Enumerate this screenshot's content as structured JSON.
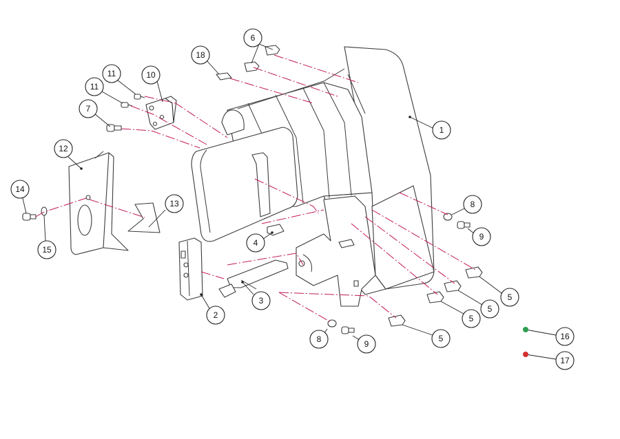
{
  "callouts": [
    {
      "id": "c1",
      "label": "1"
    },
    {
      "id": "c2",
      "label": "2"
    },
    {
      "id": "c3",
      "label": "3"
    },
    {
      "id": "c4",
      "label": "4"
    },
    {
      "id": "c5a",
      "label": "5"
    },
    {
      "id": "c5b",
      "label": "5"
    },
    {
      "id": "c5c",
      "label": "5"
    },
    {
      "id": "c5d",
      "label": "5"
    },
    {
      "id": "c6",
      "label": "6"
    },
    {
      "id": "c7",
      "label": "7"
    },
    {
      "id": "c8a",
      "label": "8"
    },
    {
      "id": "c8b",
      "label": "8"
    },
    {
      "id": "c9a",
      "label": "9"
    },
    {
      "id": "c9b",
      "label": "9"
    },
    {
      "id": "c10",
      "label": "10"
    },
    {
      "id": "c11a",
      "label": "11"
    },
    {
      "id": "c11b",
      "label": "11"
    },
    {
      "id": "c12",
      "label": "12"
    },
    {
      "id": "c13",
      "label": "13"
    },
    {
      "id": "c14",
      "label": "14"
    },
    {
      "id": "c15",
      "label": "15"
    },
    {
      "id": "c16",
      "label": "16"
    },
    {
      "id": "c17",
      "label": "17"
    },
    {
      "id": "c18",
      "label": "18"
    }
  ],
  "indicators": {
    "green_color": "#2e9e4f",
    "red_color": "#d32f2f",
    "leader_color": "#222222",
    "dash_color": "#c2185b"
  }
}
